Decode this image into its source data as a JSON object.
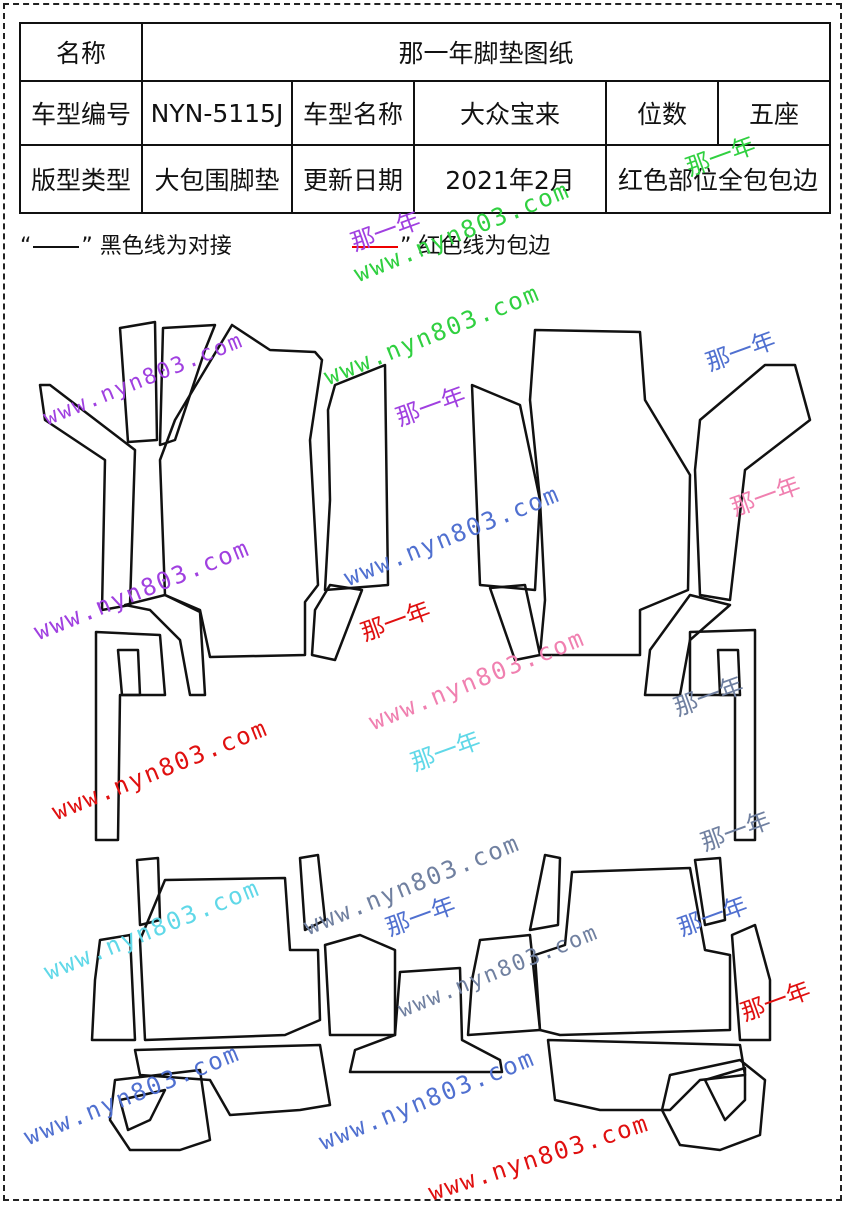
{
  "table": {
    "row1": {
      "label": "名称",
      "value": "那一年脚垫图纸"
    },
    "row2": {
      "model_no_label": "车型编号",
      "model_no": "NYN-5115J",
      "model_name_label": "车型名称",
      "model_name": "大众宝来",
      "seats_label": "位数",
      "seats": "五座"
    },
    "row3": {
      "type_label": "版型类型",
      "type": "大包围脚垫",
      "date_label": "更新日期",
      "date": "2021年2月",
      "note": "红色部位全包包边"
    }
  },
  "legend": {
    "open_quote": "“",
    "black_text": "”  黑色线为对接",
    "red_text": "”  红色线为包边"
  },
  "watermarks": {
    "url": "www.nyn803.com",
    "cn": "那一年"
  },
  "colors": {
    "outline": "#111111",
    "binding_red": "#e00000",
    "wm_purple": "#a040e0",
    "wm_green": "#30d040",
    "wm_blue": "#5070d0",
    "wm_pink": "#f080b0",
    "wm_red": "#e01010",
    "wm_cyan": "#60d8e8",
    "wm_slate": "#7080a0"
  }
}
